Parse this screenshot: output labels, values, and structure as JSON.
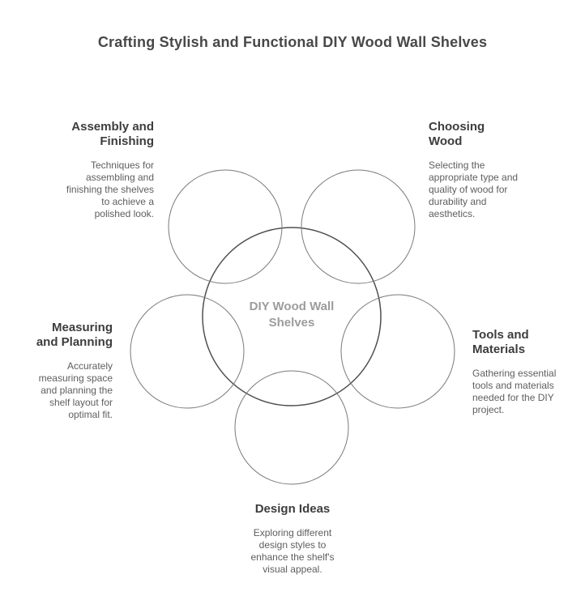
{
  "colors": {
    "background": "#ffffff",
    "title_text": "#484848",
    "heading_text": "#3d3d3d",
    "body_text": "#5e5e5e",
    "center_label_text": "#9c9c9c",
    "outer_circle_stroke": "#7a7a7a",
    "center_circle_stroke": "#4f4f4f"
  },
  "title": "Crafting Stylish and Functional DIY Wood Wall Shelves",
  "diagram": {
    "center_label": "DIY Wood Wall\nShelves"
  },
  "sections": {
    "assembly_finishing": {
      "heading": "Assembly and\nFinishing",
      "body": "Techniques for\nassembling and\nfinishing the shelves\nto achieve a\npolished look."
    },
    "choosing_wood": {
      "heading": "Choosing\nWood",
      "body": "Selecting the\nappropriate type and\nquality of wood for\ndurability and\naesthetics."
    },
    "measuring_planning": {
      "heading": "Measuring\nand Planning",
      "body": "Accurately\nmeasuring space\nand planning the\nshelf layout for\noptimal fit."
    },
    "tools_materials": {
      "heading": "Tools and\nMaterials",
      "body": "Gathering essential\ntools and materials\nneeded for the DIY\nproject."
    },
    "design_ideas": {
      "heading": "Design Ideas",
      "body": "Exploring different\ndesign styles to\nenhance the shelf's\nvisual appeal."
    }
  }
}
